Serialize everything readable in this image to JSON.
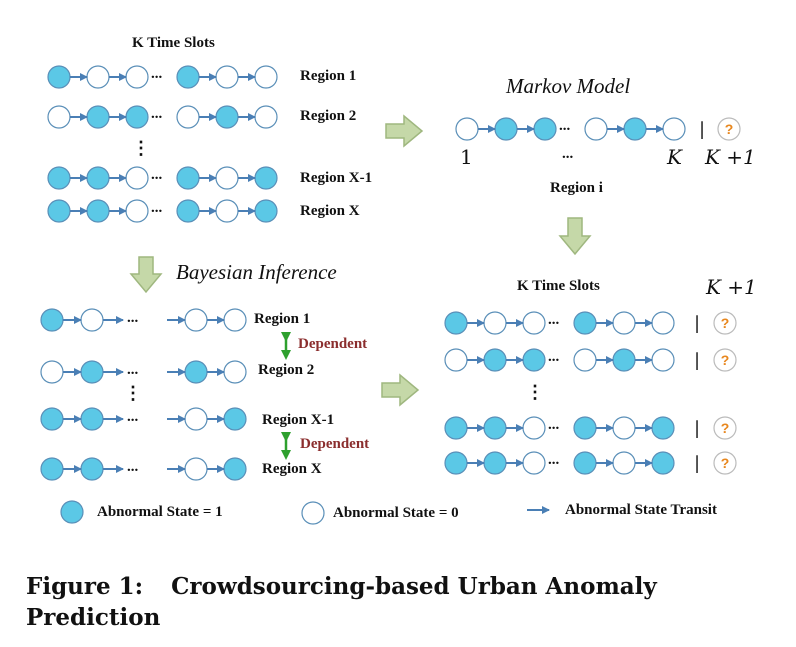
{
  "top_left": {
    "title": "K Time Slots",
    "rows": [
      {
        "label": "Region 1",
        "states": [
          1,
          0,
          0,
          1,
          0,
          0
        ]
      },
      {
        "label": "Region 2",
        "states": [
          0,
          1,
          1,
          0,
          1,
          0
        ]
      },
      {
        "label": "Region X-1",
        "states": [
          1,
          1,
          0,
          1,
          0,
          1
        ]
      },
      {
        "label": "Region X",
        "states": [
          1,
          1,
          0,
          1,
          0,
          1
        ]
      }
    ]
  },
  "markov": {
    "title": "Markov  Model",
    "states": [
      0,
      1,
      1,
      0,
      1,
      0
    ],
    "index_first": "1",
    "index_dots": "...",
    "index_k": "K",
    "index_k1": "K +1",
    "region_label": "Region i"
  },
  "bayesian": {
    "title": "Bayesian  Inference",
    "rows": [
      {
        "label": "Region 1",
        "states": [
          1,
          0,
          0,
          0
        ]
      },
      {
        "label": "Region 2",
        "states": [
          0,
          1,
          1,
          0
        ]
      },
      {
        "label": "Region X-1",
        "states": [
          1,
          1,
          0,
          1
        ]
      },
      {
        "label": "Region X",
        "states": [
          1,
          1,
          0,
          1
        ]
      }
    ],
    "dependent": "Dependent"
  },
  "bottom_right": {
    "title": "K Time Slots",
    "k1": "K +1",
    "rows": [
      {
        "states": [
          1,
          0,
          0,
          1,
          0,
          0
        ]
      },
      {
        "states": [
          0,
          1,
          1,
          0,
          1,
          0
        ]
      },
      {
        "states": [
          1,
          1,
          0,
          1,
          0,
          1
        ]
      },
      {
        "states": [
          1,
          1,
          0,
          1,
          0,
          1
        ]
      }
    ]
  },
  "ellipsis": "...",
  "vdots": "⋮",
  "separator": "|",
  "question": "?",
  "legend": {
    "abnormal_1": "Abnormal State = 1",
    "abnormal_0": "Abnormal State = 0",
    "transit": "Abnormal State Transit"
  },
  "colors": {
    "filled": "#5bc8e6",
    "stroke": "#5a8fb8",
    "arrow": "#4a7fb5",
    "block_arrow": "#c5d8a8",
    "block_arrow_stroke": "#9fb77f",
    "dependent_arrow": "#2ea02e",
    "question_ring": "#e8871e"
  },
  "caption": {
    "number": "Figure 1:",
    "text": "Crowdsourcing-based Urban Anomaly Prediction"
  }
}
